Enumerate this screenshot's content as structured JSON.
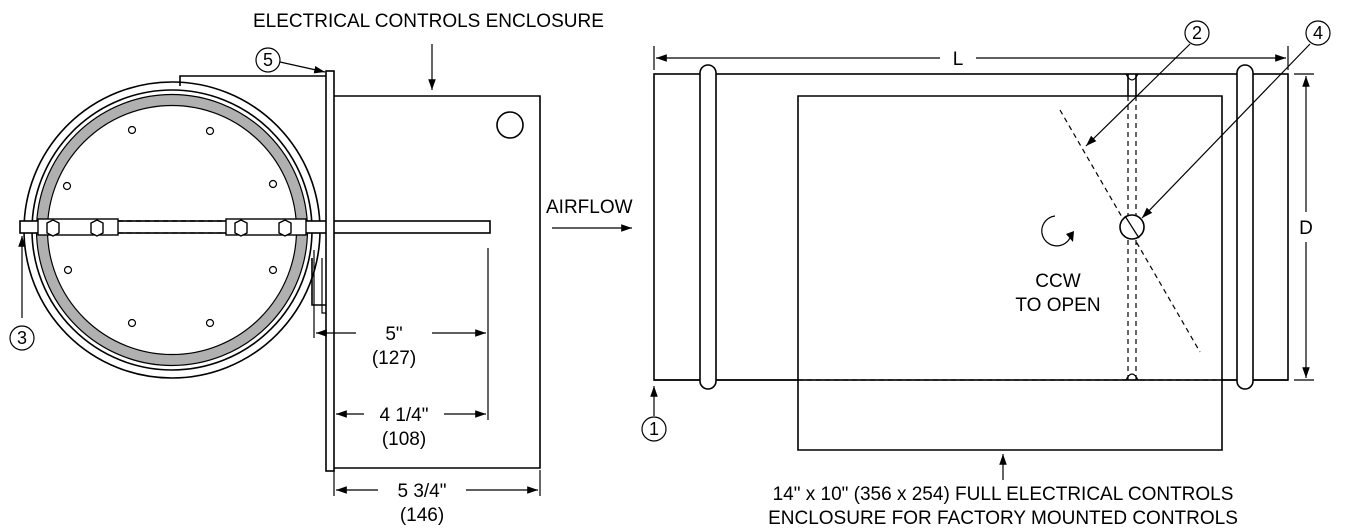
{
  "labels": {
    "enclosure_top": "ELECTRICAL CONTROLS ENCLOSURE",
    "airflow": "AIRFLOW",
    "length": "L",
    "diameter": "D",
    "rotation_line1": "CCW",
    "rotation_line2": "TO OPEN",
    "bottom_line1": "14\" x 10\" (356 x 254) FULL ELECTRICAL CONTROLS",
    "bottom_line2": "ENCLOSURE FOR FACTORY MOUNTED CONTROLS"
  },
  "dimensions": {
    "d5_in": "5\"",
    "d5_mm": "(127)",
    "d414_in": "4 1/4\"",
    "d414_mm": "(108)",
    "d534_in": "5 3/4\"",
    "d534_mm": "(146)"
  },
  "callouts": {
    "c1": "1",
    "c2": "2",
    "c3": "3",
    "c4": "4",
    "c5": "5"
  }
}
